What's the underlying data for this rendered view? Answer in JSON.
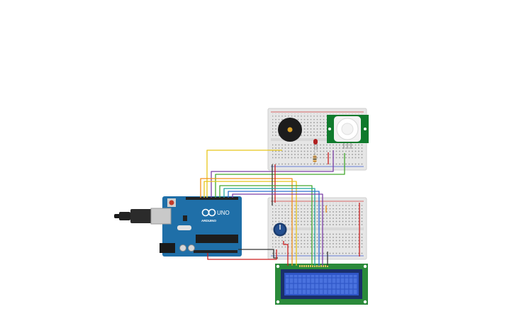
{
  "board": {
    "logo_text": "UNO",
    "brand_text": "ARDUINO",
    "color": "#1f6fa8"
  },
  "parts": [
    "breadboard",
    "breadboard",
    "piezo-buzzer",
    "led",
    "resistor",
    "pir-sensor",
    "potentiometer",
    "lcd-16x2"
  ],
  "colors": {
    "breadboard": "#e6e6e6",
    "pir_pcb": "#0f7a2c",
    "lcd_pcb": "#2a8a3a",
    "lcd_screen": "#2f56c8",
    "wire_yellow": "#e8c51a",
    "wire_orange": "#f0901a",
    "wire_red": "#cc1f1f",
    "wire_green": "#43a82f",
    "wire_blue": "#2a6fd1",
    "wire_purple": "#7b3fa6",
    "wire_teal": "#1ea6a0",
    "wire_black": "#333333"
  }
}
